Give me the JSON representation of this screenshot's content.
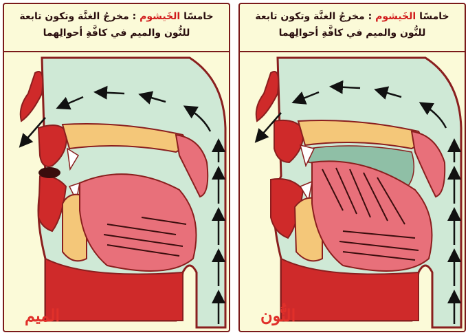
{
  "caption": {
    "prefix": "خامسًا",
    "term": "الخَيشوم",
    "rest": ": مخرجُ الغنَّة وتكون تابعة",
    "line2": "للنُّون والميم في كافَّةِ أحوالِهما"
  },
  "panels": [
    {
      "id": "left",
      "label": "الميم"
    },
    {
      "id": "right",
      "label": "النُّون"
    }
  ],
  "colors": {
    "nasal": "#cfe9d6",
    "outline": "#8a1e1e",
    "lip": "#cf2a2a",
    "palate": "#f4c779",
    "tongue": "#e8707a",
    "tissue": "#8fbfa6"
  }
}
